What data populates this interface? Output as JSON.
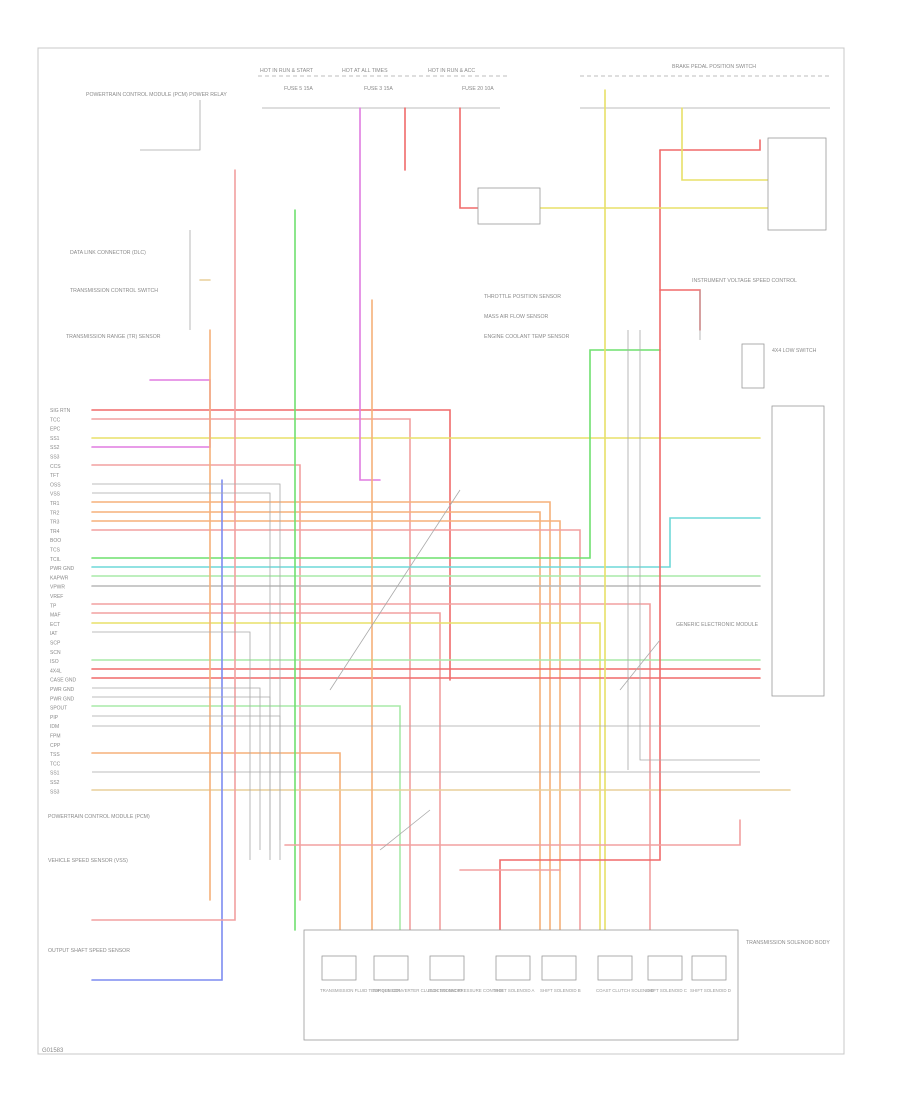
{
  "diagram_id": "G01583",
  "top_sources": [
    {
      "id": "hot-run-start",
      "text": "HOT IN RUN & START"
    },
    {
      "id": "hot-at-all-times",
      "text": "HOT AT ALL TIMES"
    },
    {
      "id": "hot-run-acc",
      "text": "HOT IN RUN & ACC"
    }
  ],
  "fuses": [
    {
      "id": "fuse-5",
      "text": "FUSE 5 15A"
    },
    {
      "id": "fuse-3",
      "text": "FUSE 3 15A"
    },
    {
      "id": "fuse-20",
      "text": "FUSE 20 10A"
    }
  ],
  "left_notes": [
    {
      "id": "note-pcm-power",
      "text": "POWERTRAIN CONTROL MODULE (PCM) POWER RELAY"
    },
    {
      "id": "note-obd",
      "text": "DATA LINK CONNECTOR (DLC)"
    },
    {
      "id": "note-tcc",
      "text": "TRANSMISSION CONTROL SWITCH"
    },
    {
      "id": "note-tr",
      "text": "TRANSMISSION RANGE (TR) SENSOR"
    },
    {
      "id": "note-pcm",
      "text": "POWERTRAIN CONTROL MODULE (PCM)"
    },
    {
      "id": "note-vss",
      "text": "VEHICLE SPEED SENSOR (VSS)"
    },
    {
      "id": "note-oss",
      "text": "OUTPUT SHAFT SPEED SENSOR"
    }
  ],
  "right_notes": [
    {
      "id": "note-bpp",
      "text": "BRAKE PEDAL POSITION SWITCH"
    },
    {
      "id": "note-ivsc",
      "text": "INSTRUMENT VOLTAGE SPEED CONTROL"
    },
    {
      "id": "note-tp",
      "text": "THROTTLE POSITION SENSOR"
    },
    {
      "id": "note-maf",
      "text": "MASS AIR FLOW SENSOR"
    },
    {
      "id": "note-ect",
      "text": "ENGINE COOLANT TEMP SENSOR"
    },
    {
      "id": "note-4x4",
      "text": "4X4 LOW SWITCH"
    },
    {
      "id": "note-gem",
      "text": "GENERIC ELECTRONIC MODULE"
    }
  ],
  "bottom_components": [
    {
      "id": "c1",
      "text": "TRANSMISSION FLUID TEMP SENSOR"
    },
    {
      "id": "c2",
      "text": "TORQUE CONVERTER CLUTCH SOLENOID"
    },
    {
      "id": "c3",
      "text": "ELECTRONIC PRESSURE CONTROL"
    },
    {
      "id": "c4",
      "text": "SHIFT SOLENOID A"
    },
    {
      "id": "c5",
      "text": "SHIFT SOLENOID B"
    },
    {
      "id": "c6",
      "text": "COAST CLUTCH SOLENOID"
    },
    {
      "id": "c7",
      "text": "SHIFT SOLENOID C"
    },
    {
      "id": "c8",
      "text": "SHIFT SOLENOID D"
    }
  ],
  "bottom_group_label": "TRANSMISSION SOLENOID BODY",
  "pin_labels": [
    "SIG RTN",
    "TCC",
    "EPC",
    "SS1",
    "SS2",
    "SS3",
    "CCS",
    "TFT",
    "OSS",
    "VSS",
    "TR1",
    "TR2",
    "TR3",
    "TR4",
    "BOO",
    "TCS",
    "TCIL",
    "PWR GND",
    "KAPWR",
    "VPWR",
    "VREF",
    "TP",
    "MAF",
    "ECT",
    "IAT",
    "SCP",
    "SCN",
    "ISO",
    "4X4L",
    "CASE GND",
    "PWR GND",
    "PWR GND",
    "SPOUT",
    "PIP",
    "IDM",
    "FPM",
    "CPP",
    "TSS",
    "TCC",
    "SS1",
    "SS2",
    "SS3"
  ],
  "colors": {
    "red": "#f06a6a",
    "pink": "#f2a0a0",
    "orange": "#f5b07a",
    "yellow": "#e8e068",
    "green": "#6fe06f",
    "light_green": "#a8eaa8",
    "blue": "#7d8cf0",
    "cyan": "#6fd8d8",
    "violet": "#e07ce0",
    "tan": "#e8cf9a",
    "gray": "#b8b8b8",
    "dark": "#7a7a7a"
  }
}
